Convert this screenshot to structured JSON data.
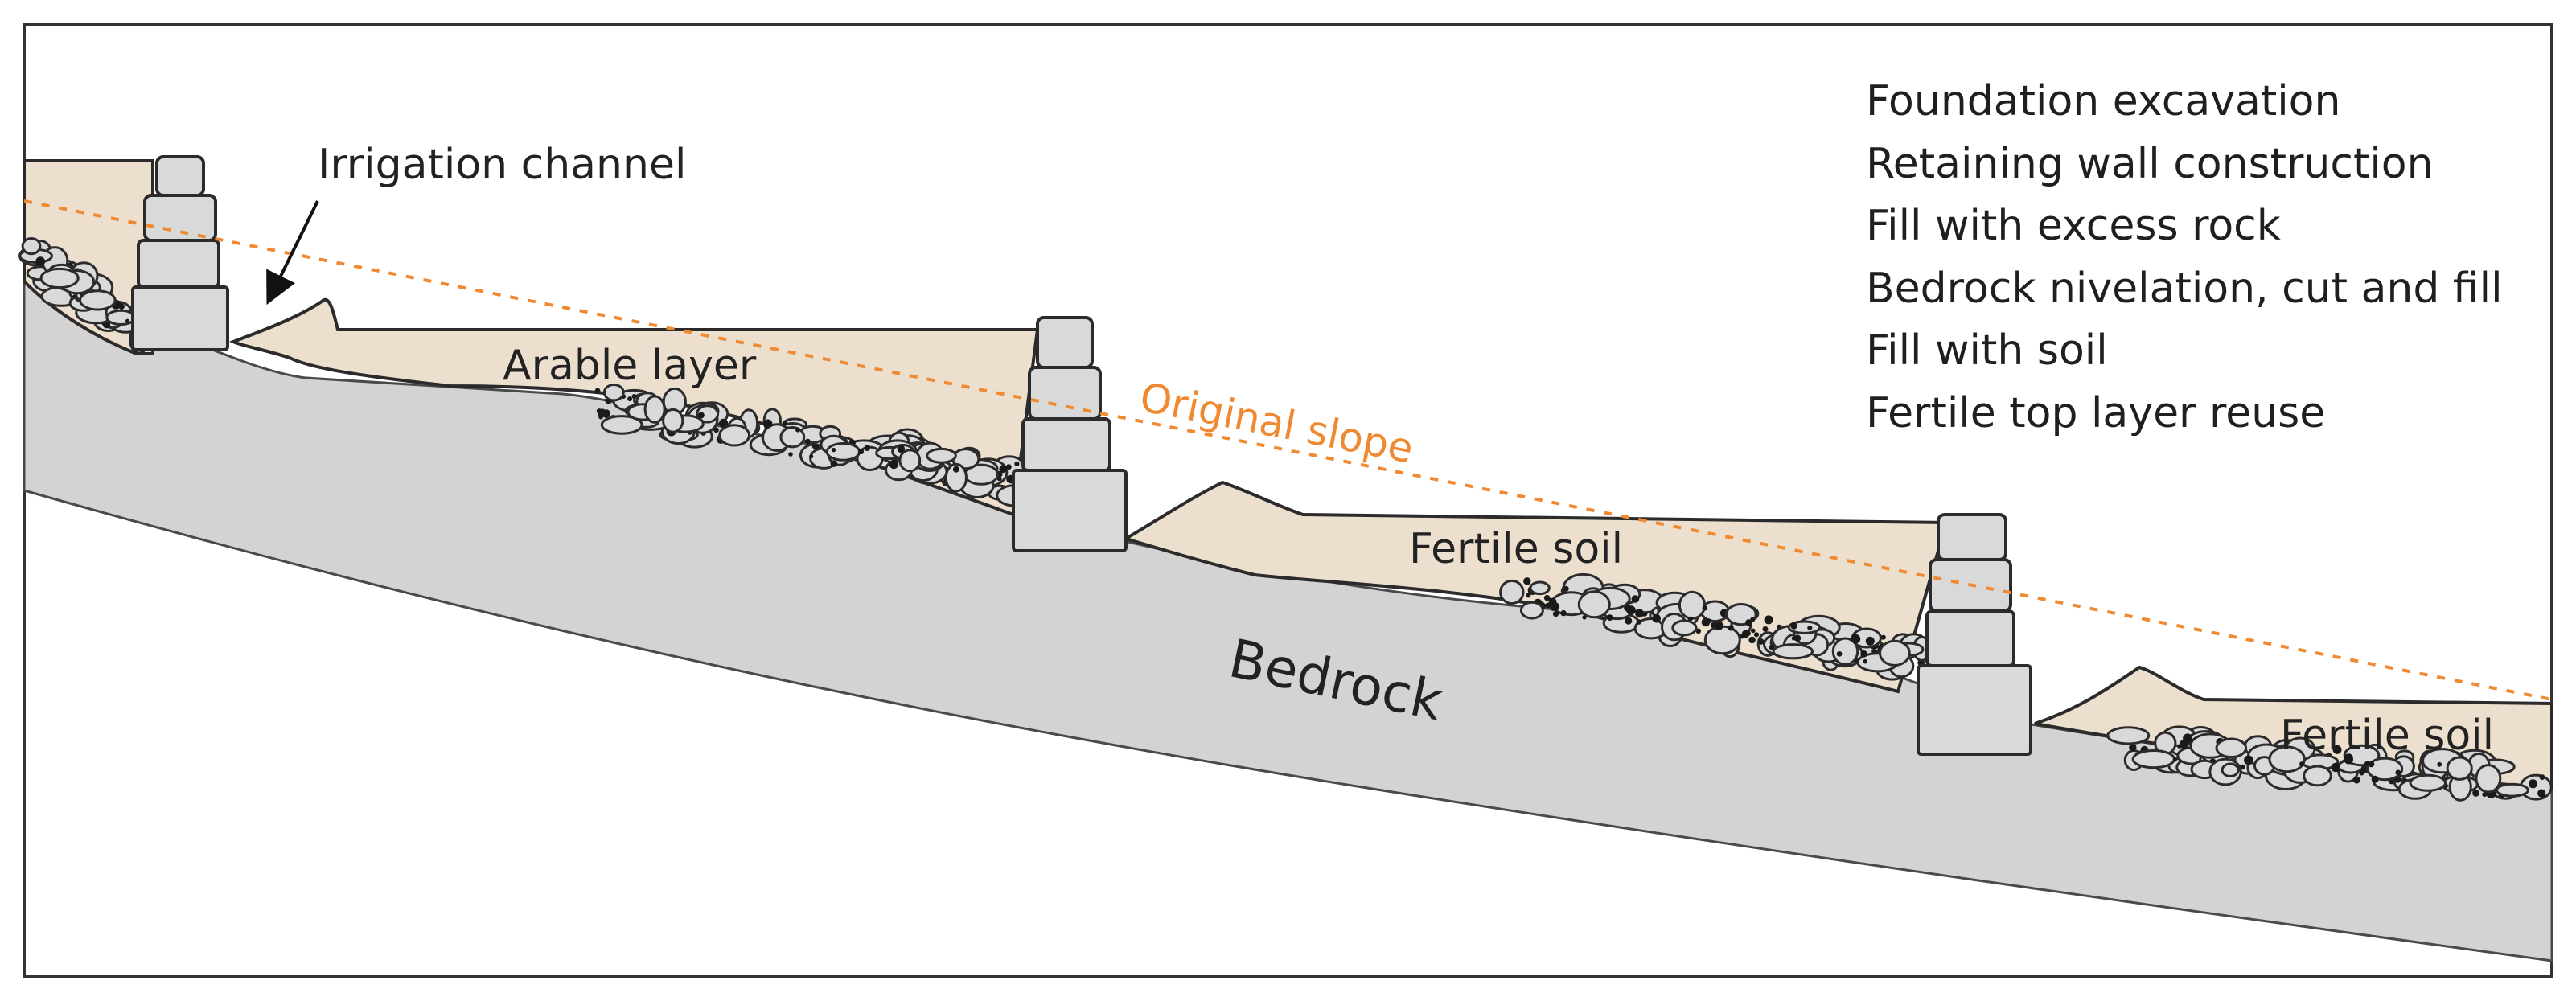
{
  "labels": {
    "irrigation_channel": "Irrigation channel",
    "arable_layer": "Arable layer",
    "original_slope": "Original slope",
    "fertile_soil_1": "Fertile soil",
    "fertile_soil_2": "Fertile soil",
    "bedrock": "Bedrock"
  },
  "construction_steps": [
    "Foundation excavation",
    "Retaining wall construction",
    "Fill with excess rock",
    "Bedrock nivelation, cut and fill",
    "Fill with soil",
    "Fertile top layer reuse"
  ],
  "colors": {
    "bedrock": "#d4d3d1",
    "soil": "#eddfce",
    "stone": "#d9d9d9",
    "outline": "#2b2b2b",
    "original_slope": "#f08a32",
    "frame": "#333333"
  }
}
